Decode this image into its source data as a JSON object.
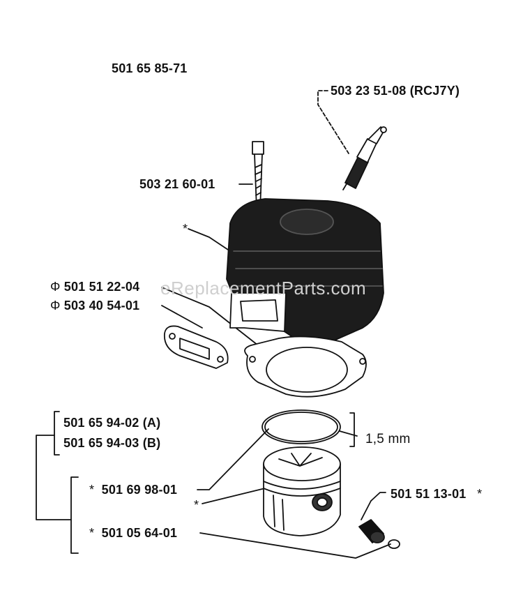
{
  "diagram": {
    "assembly_number": "501 65 85-71",
    "watermark": "eReplacementParts.com",
    "parts": {
      "spark_plug": "503 23 51-08 (RCJ7Y)",
      "bolt": "503 21 60-01",
      "cylinder_asterisk": "*",
      "gasket_1": "501 51 22-04",
      "gasket_2": "503 40 54-01",
      "gasket_symbol": "Φ",
      "piston_kit_a": "501 65 94-02 (A)",
      "piston_kit_b": "501 65 94-03 (B)",
      "ring_thickness": "1,5 mm",
      "piston_ring": "501 69 98-01",
      "piston_ring_asterisk": "*",
      "piston_asterisk": "*",
      "needle_bearing": "501 51 13-01",
      "needle_bearing_asterisk": "*",
      "circlip": "501 05 64-01",
      "circlip_asterisk": "*"
    }
  }
}
